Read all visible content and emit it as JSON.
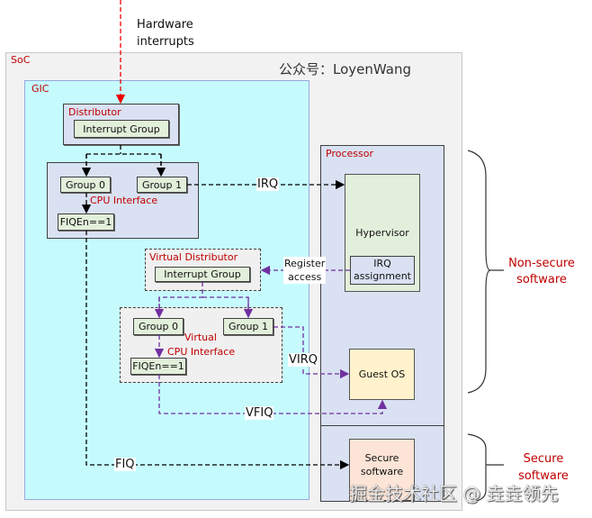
{
  "top": {
    "hardware_interrupts": [
      "Hardware",
      "interrupts"
    ],
    "watermark_top": "公众号：LoyenWang"
  },
  "soc": {
    "label": "SoC"
  },
  "gic": {
    "label": "GIC",
    "distributor": {
      "label": "Distributor",
      "interrupt_group": "Interrupt Group"
    },
    "cpu_interface": {
      "label": "CPU Interface",
      "group0": "Group 0",
      "group1": "Group 1",
      "fiqen": "FIQEn==1"
    },
    "virtual_distributor": {
      "label": "Virtual Distributor",
      "interrupt_group": "Interrupt Group"
    },
    "virtual_cpu_interface": {
      "label": [
        "Virtual",
        "CPU Interface"
      ],
      "group0": "Group 0",
      "group1": "Group 1",
      "fiqen": "FIQEn==1"
    }
  },
  "processor": {
    "label": "Processor",
    "hypervisor": "Hypervisor",
    "irq_assignment": [
      "IRQ",
      "assignment"
    ],
    "guest_os": "Guest OS",
    "secure_software": [
      "Secure",
      "software"
    ]
  },
  "signals": {
    "irq": "IRQ",
    "fiq": "FIQ",
    "virq": "VIRQ",
    "vfiq": "VFIQ",
    "register_access": [
      "Register",
      "access"
    ]
  },
  "braces": {
    "non_secure": [
      "Non-secure",
      "software"
    ],
    "secure": [
      "Secure",
      "software"
    ]
  },
  "watermark": "掘金技术社区 @ 垚垚领先",
  "colors": {
    "red": "#c00000",
    "purple": "#7030a0",
    "gic_fill": "#c6fbfd",
    "processor_fill": "#d9e1f2",
    "group_fill": "#e2efda",
    "guest_fill": "#fff2cc",
    "secure_fill": "#fce4d6"
  }
}
